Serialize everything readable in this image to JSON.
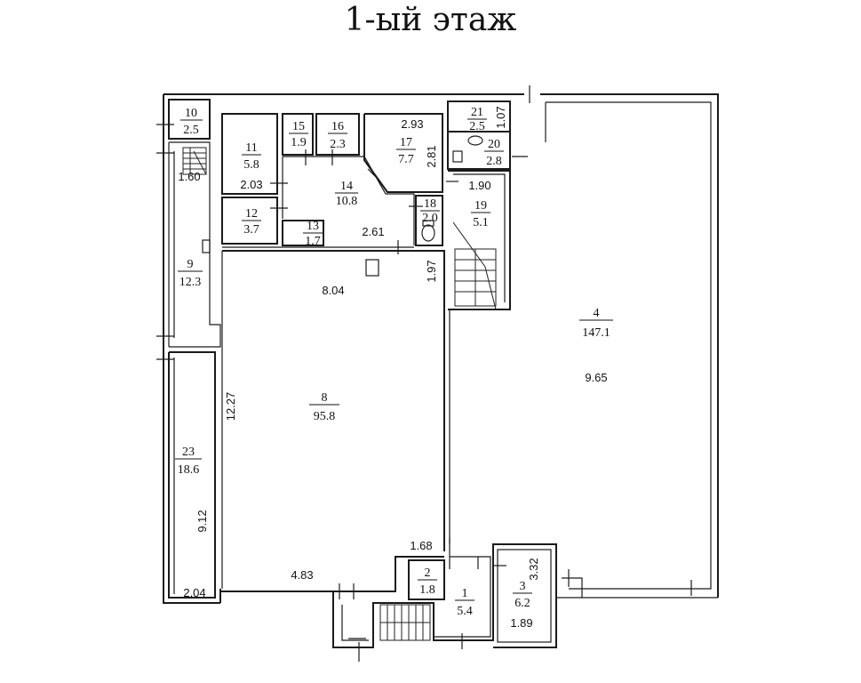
{
  "title": "1-ый этаж",
  "rooms": [
    {
      "id": "1",
      "area": "5.4"
    },
    {
      "id": "2",
      "area": "1.8"
    },
    {
      "id": "3",
      "area": "6.2"
    },
    {
      "id": "4",
      "area": "147.1"
    },
    {
      "id": "8",
      "area": "95.8"
    },
    {
      "id": "9",
      "area": "12.3"
    },
    {
      "id": "10",
      "area": "2.5"
    },
    {
      "id": "11",
      "area": "5.8"
    },
    {
      "id": "12",
      "area": "3.7"
    },
    {
      "id": "13",
      "area": "1.7"
    },
    {
      "id": "14",
      "area": "10.8"
    },
    {
      "id": "15",
      "area": "1.9"
    },
    {
      "id": "16",
      "area": "2.3"
    },
    {
      "id": "17",
      "area": "7.7"
    },
    {
      "id": "18",
      "area": "2.0"
    },
    {
      "id": "19",
      "area": "5.1"
    },
    {
      "id": "20",
      "area": "2.8"
    },
    {
      "id": "21",
      "area": "2.5"
    },
    {
      "id": "23",
      "area": "18.6"
    }
  ],
  "dimensions": [
    "1.60",
    "2.03",
    "2.93",
    "2.81",
    "1.07",
    "1.90",
    "2.61",
    "1.97",
    "8.04",
    "12.27",
    "9.65",
    "9.12",
    "1.68",
    "3.32",
    "4.83",
    "2.04",
    "1.89"
  ]
}
